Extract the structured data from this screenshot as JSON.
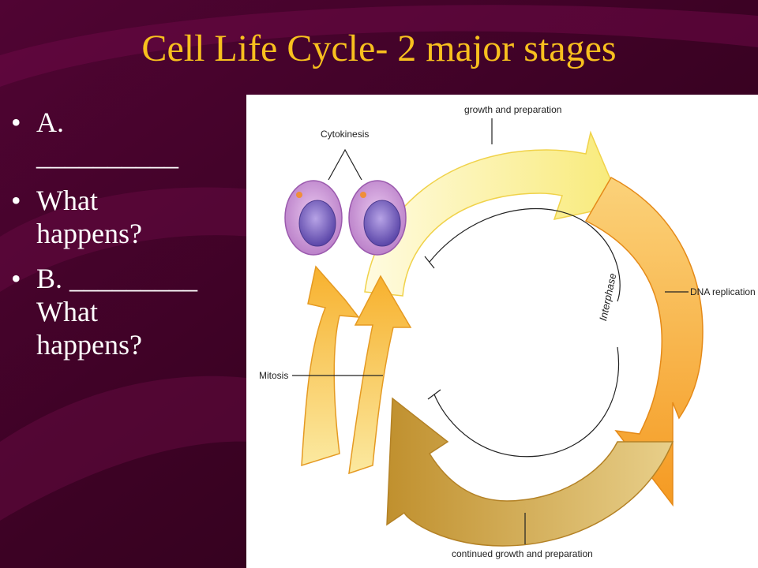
{
  "slide": {
    "title": "Cell Life Cycle- 2 major stages",
    "bullets": [
      {
        "text": "A.\n__________"
      },
      {
        "text": "What\nhappens?"
      },
      {
        "text": "B. _________\nWhat\nhappens?"
      }
    ]
  },
  "diagram": {
    "labels": {
      "growth": "growth and preparation",
      "cytokinesis": "Cytokinesis",
      "dna": "DNA replication",
      "interphase": "Interphase",
      "mitosis": "Mitosis",
      "continued": "continued growth and preparation"
    },
    "colors": {
      "background": "#3a0322",
      "title": "#f8c01e",
      "text": "#ffffff",
      "arrow_light": "#fdf4b0",
      "arrow_orange": "#f7a12a",
      "arrow_tan": "#c89a3a",
      "cell_fill": "#c98fd3",
      "nucleus": "#7f66c4"
    }
  }
}
